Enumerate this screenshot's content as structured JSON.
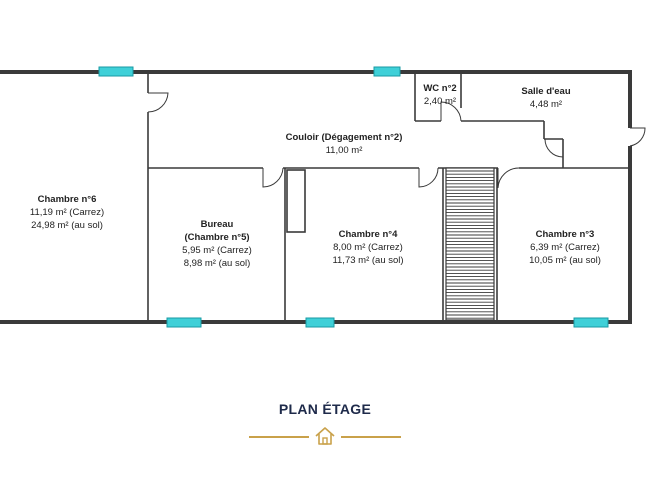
{
  "rooms": {
    "chambre6": {
      "name": "Chambre n°6",
      "line1": "11,19 m² (Carrez)",
      "line2": "24,98 m² (au sol)"
    },
    "bureau": {
      "name1": "Bureau",
      "name2": "(Chambre n°5)",
      "line1": "5,95 m² (Carrez)",
      "line2": "8,98 m² (au sol)"
    },
    "couloir": {
      "name": "Couloir (Dégagement n°2)",
      "line1": "11,00 m²"
    },
    "wc": {
      "name": "WC n°2",
      "line1": "2,40 m²"
    },
    "salle": {
      "name": "Salle d'eau",
      "line1": "4,48 m²"
    },
    "chambre4": {
      "name": "Chambre n°4",
      "line1": "8,00 m² (Carrez)",
      "line2": "11,73 m² (au sol)"
    },
    "chambre3": {
      "name": "Chambre n°3",
      "line1": "6,39 m² (Carrez)",
      "line2": "10,05 m² (au sol)"
    }
  },
  "footer": {
    "title": "PLAN ÉTAGE",
    "icon": "house-icon"
  },
  "colors": {
    "wall": "#3a3a3a",
    "window": "#3fd0d8",
    "title": "#1e2a4a",
    "accent": "#c9a14a"
  }
}
